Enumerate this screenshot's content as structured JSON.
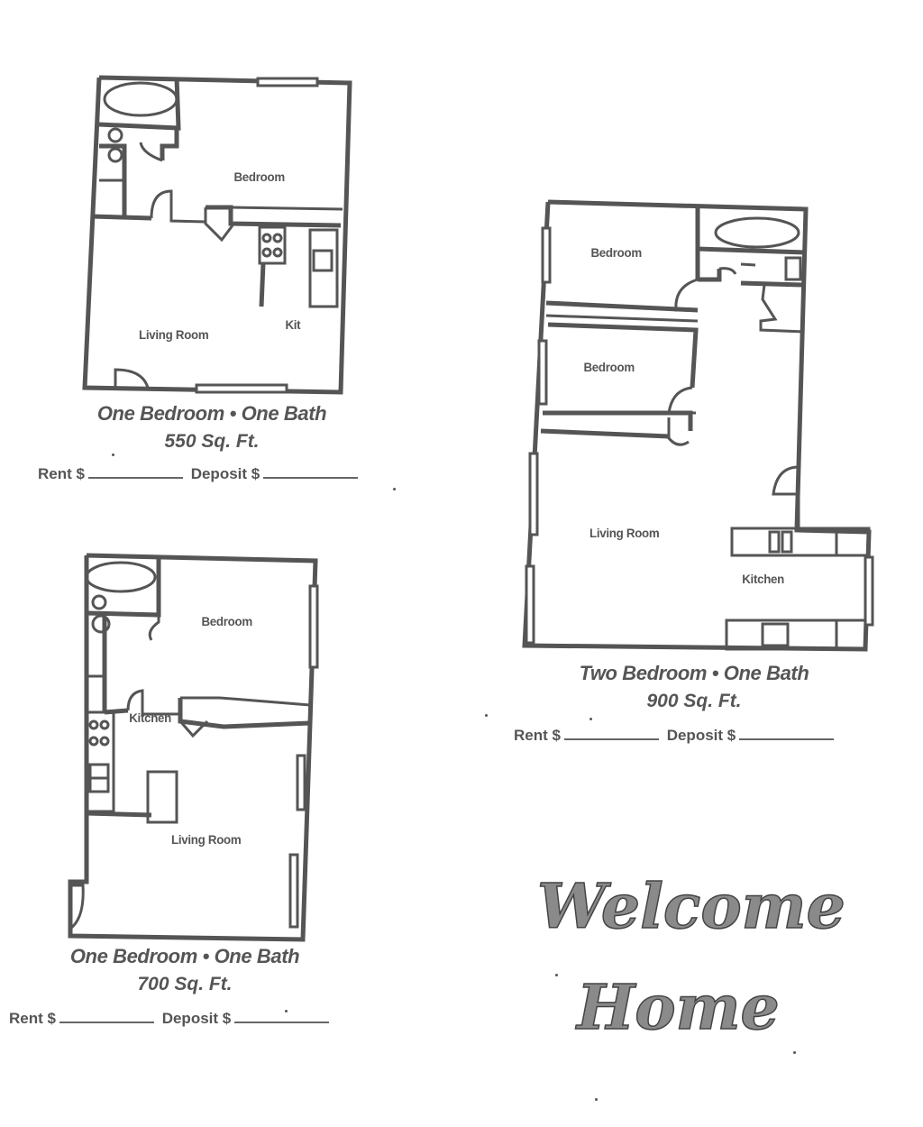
{
  "plans": [
    {
      "id": "plan-550",
      "rooms": [
        "Bedroom",
        "Living Room",
        "Kit"
      ],
      "type_label": "One Bedroom • One Bath",
      "sqft_label": "550 Sq. Ft.",
      "rent_label": "Rent $",
      "deposit_label": "Deposit $"
    },
    {
      "id": "plan-900",
      "rooms": [
        "Bedroom",
        "Bedroom",
        "Living Room",
        "Kitchen"
      ],
      "type_label": "Two Bedroom • One Bath",
      "sqft_label": "900 Sq. Ft.",
      "rent_label": "Rent $",
      "deposit_label": "Deposit $"
    },
    {
      "id": "plan-700",
      "rooms": [
        "Bedroom",
        "Kitchen",
        "Living Room"
      ],
      "type_label": "One Bedroom • One Bath",
      "sqft_label": "700 Sq. Ft.",
      "rent_label": "Rent $",
      "deposit_label": "Deposit $"
    }
  ],
  "welcome": {
    "line1": "Welcome",
    "line2": "Home"
  }
}
